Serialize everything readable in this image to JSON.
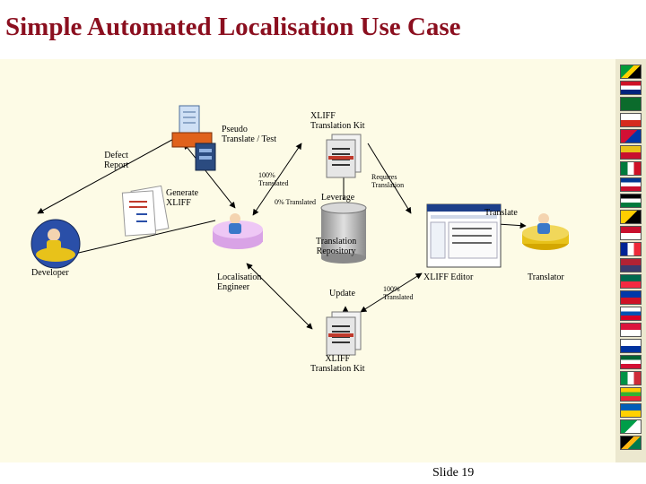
{
  "title": "Simple Automated Localisation Use Case",
  "slide_number": "Slide 19",
  "labels": {
    "pseudo_translate": [
      "Pseudo",
      "Translate / Test"
    ],
    "xliff_kit_top": [
      "XLIFF",
      "Translation Kit"
    ],
    "defect_report": [
      "Defect",
      "Report"
    ],
    "hundred_translated_top": [
      "100%",
      "Translated"
    ],
    "requires_translation": [
      "Requires",
      "Translation"
    ],
    "generate_xliff": [
      "Generate",
      "XLIFF"
    ],
    "zero_translated": "0% Translated",
    "leverage": "Leverage",
    "translate": "Translate",
    "translation_repository": [
      "Translation",
      "Repository"
    ],
    "developer": "Developer",
    "localisation_engineer": [
      "Localisation",
      "Engineer"
    ],
    "xliff_editor": "XLIFF Editor",
    "translator": "Translator",
    "update": "Update",
    "hundred_translated_bottom": [
      "100%",
      "Translated"
    ],
    "xliff_kit_bottom": [
      "XLIFF",
      "Translation Kit"
    ]
  },
  "colors": {
    "title": "#8b0f1f",
    "canvas": "#fdfbe6",
    "person_disc": "#e8c21a",
    "developer_globe": "#2a4fa8",
    "engineer_disc": "#d9a3e6"
  },
  "icons": [
    "pseudo-translate-machine-icon",
    "xliff-kit-top-icon",
    "xliff-kit-bottom-icon",
    "developer-icon",
    "localisation-engineer-icon",
    "translator-icon",
    "translation-repository-icon",
    "xliff-editor-window-icon",
    "xliff-document-icon"
  ]
}
